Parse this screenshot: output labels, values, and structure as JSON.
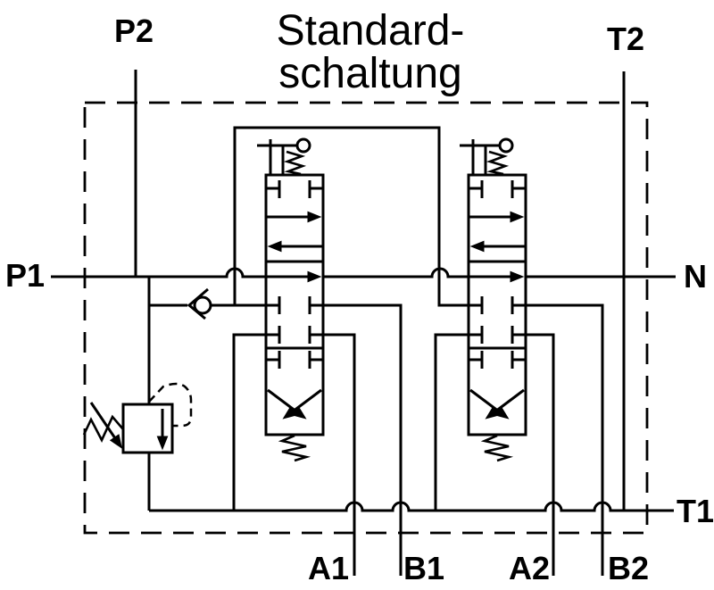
{
  "title": {
    "line1": "Standard-",
    "line2": "schaltung"
  },
  "ports": {
    "p2": "P2",
    "t2": "T2",
    "p1": "P1",
    "n": "N",
    "t1": "T1",
    "a1": "A1",
    "b1": "B1",
    "a2": "A2",
    "b2": "B2"
  },
  "colors": {
    "line": "#000000",
    "background": "#ffffff"
  },
  "components": {
    "enclosure": "valve-block-dashed-boundary",
    "valve1": "spool-valve-section-1-lever-spring-centered",
    "valve2": "spool-valve-section-2-lever-spring-centered",
    "check_valve": "load-check-valve",
    "relief_valve": "adjustable-pressure-relief-valve-with-pilot-line"
  }
}
